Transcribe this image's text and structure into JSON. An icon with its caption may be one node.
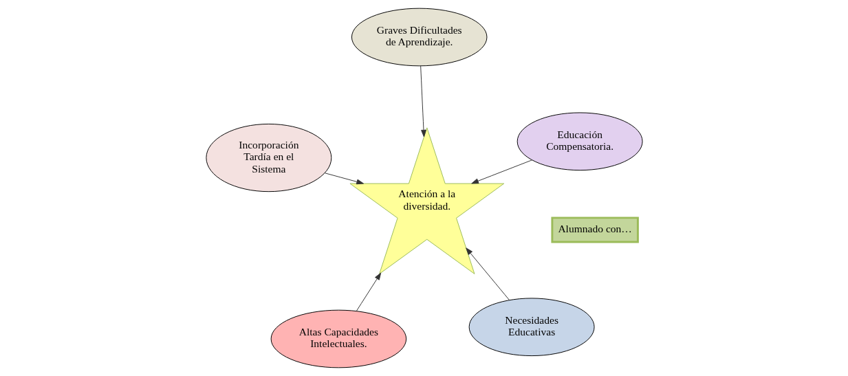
{
  "diagram": {
    "nodes": [
      {
        "text": [
          "Alumnado con…"
        ]
      },
      {
        "text": [
          "Atención a la diversidad."
        ]
      },
      {
        "text": [
          "Necesidades Educativas"
        ]
      },
      {
        "text": [
          "Altas Capacidades Intelectuales."
        ]
      },
      {
        "text": [
          "Incorporación Tardía en el Sistema"
        ]
      },
      {
        "text": [
          "Educación Compensatoria."
        ]
      },
      {
        "text": [
          "Graves Dificultades de Aprendizaje."
        ]
      }
    ],
    "edges": [
      {
        "from": 2,
        "to": 1,
        "arrow": "to"
      },
      {
        "from": 3,
        "to": 1,
        "arrow": "to"
      },
      {
        "from": 4,
        "to": 1,
        "arrow": "to"
      },
      {
        "from": 5,
        "to": 1,
        "arrow": "to"
      },
      {
        "from": 6,
        "to": 1,
        "arrow": "to"
      }
    ]
  }
}
